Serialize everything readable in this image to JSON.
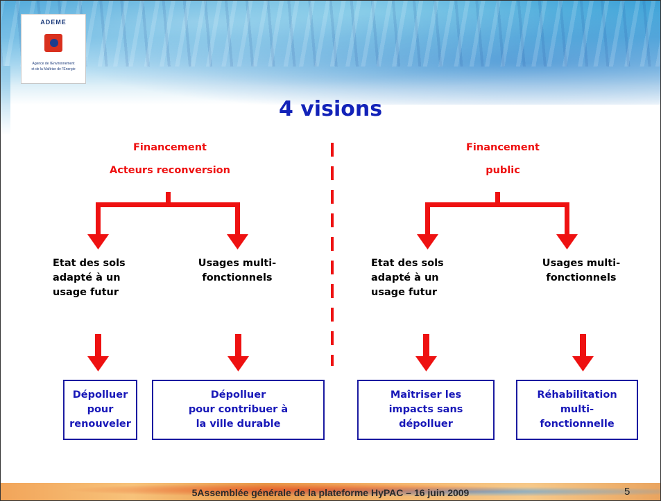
{
  "logo": {
    "name": "ADEME",
    "line1": "Agence de l'Environnement",
    "line2": "et de la Maîtrise de l'Energie",
    "icon": "globe-icon"
  },
  "title": "4 visions",
  "left": {
    "heading_line1": "Financement",
    "heading_line2": "Acteurs reconversion",
    "branch_a": [
      "Etat des sols",
      "adapté à un",
      "usage futur"
    ],
    "branch_b": [
      "Usages multi-",
      "fonctionnels"
    ],
    "box_a": [
      "Dépolluer",
      "pour",
      "renouveler"
    ],
    "box_b": [
      "Dépolluer",
      "pour contribuer à",
      "la ville durable"
    ]
  },
  "right": {
    "heading_line1": "Financement",
    "heading_line2": "public",
    "branch_a": [
      "Etat des sols",
      "adapté à un",
      "usage futur"
    ],
    "branch_b": [
      "Usages multi-",
      "fonctionnels"
    ],
    "box_a": [
      "Maîtriser les",
      "impacts sans",
      "dépolluer"
    ],
    "box_b": [
      "Réhabilitation",
      "multi-",
      "fonctionnelle"
    ]
  },
  "footer": {
    "text": "5Assemblée générale de la plateforme HyPAC – 16 juin 2009",
    "page": "5"
  },
  "colors": {
    "arrow": "#ee1111",
    "title": "#1222b8",
    "box_border": "#1a1aa0",
    "box_text": "#1818b8"
  }
}
